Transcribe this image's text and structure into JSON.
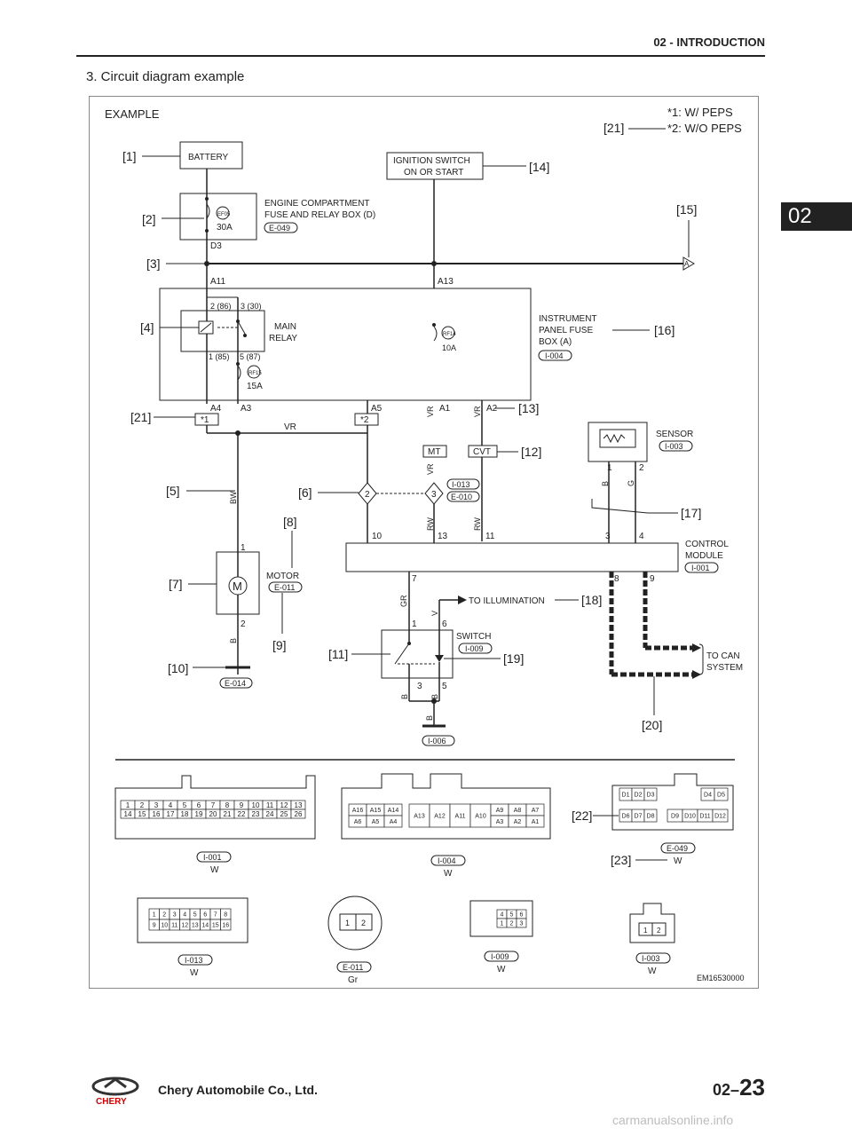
{
  "header": {
    "chapter": "02 - INTRODUCTION"
  },
  "section": {
    "title": "3. Circuit diagram example"
  },
  "tab": {
    "label": "02"
  },
  "diagram": {
    "example_label": "EXAMPLE",
    "note1": "*1: W/ PEPS",
    "note2": "*2: W/O PEPS",
    "figure_code": "EM16530000",
    "callouts": {
      "c1": "[1]",
      "c2": "[2]",
      "c3": "[3]",
      "c4": "[4]",
      "c5": "[5]",
      "c6": "[6]",
      "c7": "[7]",
      "c8": "[8]",
      "c9": "[9]",
      "c10": "[10]",
      "c11": "[11]",
      "c12": "[12]",
      "c13": "[13]",
      "c14": "[14]",
      "c15": "[15]",
      "c16": "[16]",
      "c17": "[17]",
      "c18": "[18]",
      "c19": "[19]",
      "c20": "[20]",
      "c21": "[21]",
      "c21b": "[21]",
      "c22": "[22]",
      "c23": "[23]"
    },
    "components": {
      "battery": "BATTERY",
      "ignition_l1": "IGNITION SWITCH",
      "ignition_l2": "ON OR START",
      "ecfb_l1": "ENGINE COMPARTMENT",
      "ecfb_l2": "FUSE AND RELAY BOX (D)",
      "ecfb_code": "E-049",
      "fuse_ef05": "EF05",
      "fuse_ef05_amp": "30A",
      "d3": "D3",
      "a11": "A11",
      "a13": "A13",
      "relay_pin2": "2 (86)",
      "relay_pin3": "3 (30)",
      "relay_pin1": "1 (85)",
      "relay_pin5": "5 (87)",
      "relay_l1": "MAIN",
      "relay_l2": "RELAY",
      "fuse_rf15": "RF15",
      "fuse_rf15_amp": "15A",
      "fuse_rf14": "RF14",
      "fuse_rf14_amp": "10A",
      "ipfb_l1": "INSTRUMENT",
      "ipfb_l2": "PANEL FUSE",
      "ipfb_l3": "BOX (A)",
      "ipfb_code": "I-004",
      "a4": "A4",
      "a3": "A3",
      "a5": "A5",
      "a1": "A1",
      "a2": "A2",
      "star1": "*1",
      "star2": "*2",
      "vr": "VR",
      "mt": "MT",
      "cvt": "CVT",
      "conn_i013": "I-013",
      "conn_e010": "E-010",
      "splice2": "2",
      "splice3": "3",
      "sensor": "SENSOR",
      "sensor_code": "I-003",
      "bw": "BW",
      "rw": "RW",
      "b": "B",
      "g": "G",
      "gr": "GR",
      "v": "V",
      "pin1": "1",
      "pin2": "2",
      "pin3": "3",
      "pin4": "4",
      "pin5": "5",
      "pin6": "6",
      "pin7": "7",
      "pin8": "8",
      "pin9": "9",
      "pin10": "10",
      "pin11": "11",
      "pin13": "13",
      "cm_l1": "CONTROL",
      "cm_l2": "MODULE",
      "cm_code": "I-001",
      "motor": "MOTOR",
      "motor_code": "E-011",
      "motor_symbol": "M",
      "to_illum": "TO ILLUMINATION",
      "switch": "SWITCH",
      "switch_code": "I-009",
      "to_can_l1": "TO CAN",
      "to_can_l2": "SYSTEM",
      "ground_e014": "E-014",
      "ground_i006": "I-006",
      "a_marker": "A"
    },
    "connectors": {
      "i001": {
        "code": "I-001",
        "color": "W",
        "row1": [
          "1",
          "2",
          "3",
          "4",
          "5",
          "6",
          "7",
          "8",
          "9",
          "10",
          "11",
          "12",
          "13"
        ],
        "row2": [
          "14",
          "15",
          "16",
          "17",
          "18",
          "19",
          "20",
          "21",
          "22",
          "23",
          "24",
          "25",
          "26"
        ]
      },
      "i004": {
        "code": "I-004",
        "color": "W",
        "g1r1": [
          "A16",
          "A15",
          "A14"
        ],
        "g1r2": [
          "A6",
          "A5",
          "A4"
        ],
        "g2": [
          "A13",
          "A12",
          "A11",
          "A10"
        ],
        "g3r1": [
          "A9",
          "A8",
          "A7"
        ],
        "g3r2": [
          "A3",
          "A2",
          "A1"
        ]
      },
      "e049": {
        "code": "E-049",
        "color": "W",
        "r1a": [
          "D1",
          "D2",
          "D3"
        ],
        "r1b": [
          "D4",
          "D5"
        ],
        "r2a": [
          "D6",
          "D7",
          "D8"
        ],
        "r2b": [
          "D9",
          "D10",
          "D11",
          "D12"
        ]
      },
      "i013": {
        "code": "I-013",
        "color": "W",
        "row1": [
          "1",
          "2",
          "3",
          "4",
          "5",
          "6",
          "7",
          "8"
        ],
        "row2": [
          "9",
          "10",
          "11",
          "12",
          "13",
          "14",
          "15",
          "16"
        ]
      },
      "e011": {
        "code": "E-011",
        "color": "Gr",
        "pins": [
          "1",
          "2"
        ]
      },
      "i009": {
        "code": "I-009",
        "color": "W",
        "row1": [
          "4",
          "5",
          "6"
        ],
        "row2": [
          "1",
          "2",
          "3"
        ]
      },
      "i003": {
        "code": "I-003",
        "color": "W",
        "pins": [
          "1",
          "2"
        ]
      }
    }
  },
  "footer": {
    "company": "Chery Automobile Co., Ltd.",
    "brand": "CHERY",
    "page_prefix": "02–",
    "page_number": "23",
    "watermark": "carmanualsonline.info"
  }
}
